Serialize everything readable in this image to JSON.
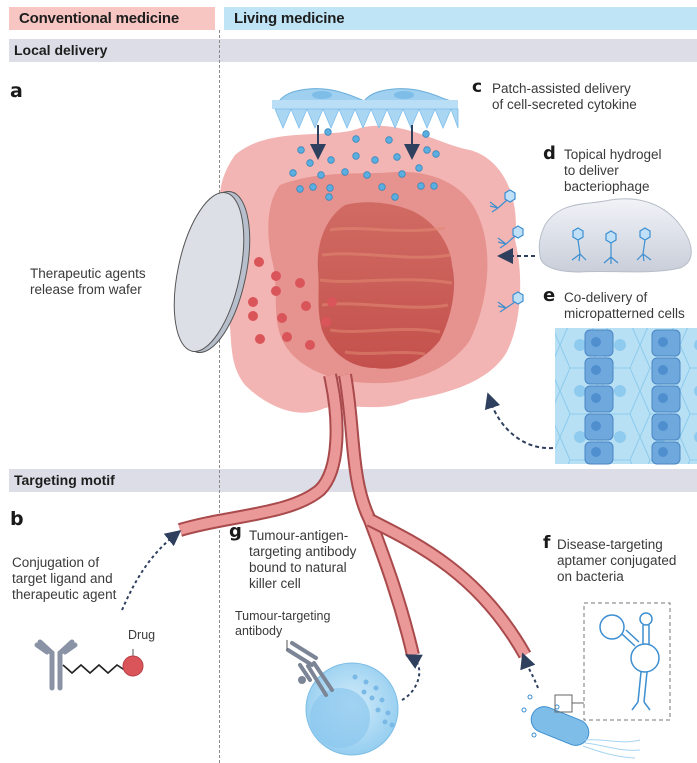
{
  "columns": {
    "conventional": "Conventional medicine",
    "living": "Living medicine"
  },
  "sections": {
    "local_delivery": "Local delivery",
    "targeting_motif": "Targeting motif"
  },
  "panels": {
    "a": {
      "letter": "a",
      "caption": "Therapeutic agents\nrelease from wafer"
    },
    "b": {
      "letter": "b",
      "caption": "Conjugation of\ntarget ligand and\ntherapeutic agent",
      "drug_label": "Drug"
    },
    "c": {
      "letter": "c",
      "caption": "Patch-assisted delivery\nof cell-secreted cytokine"
    },
    "d": {
      "letter": "d",
      "caption": "Topical hydrogel\nto deliver\nbacteriophage"
    },
    "e": {
      "letter": "e",
      "caption": "Co-delivery of\nmicropatterned cells"
    },
    "f": {
      "letter": "f",
      "caption": "Disease-targeting\naptamer conjugated\non bacteria"
    },
    "g": {
      "letter": "g",
      "caption": "Tumour-antigen-\ntargeting antibody\nbound to natural\nkiller cell",
      "antibody_label": "Tumour-targeting\nantibody"
    }
  },
  "colors": {
    "conventional_header": "#f7c6c3",
    "living_header": "#bfe4f6",
    "section_band": "#dcdde6",
    "tissue_light": "#f2b5b3",
    "tissue_mid": "#e8908e",
    "tumour": "#cc5a55",
    "drug_red": "#d9555a",
    "cytokine_blue": "#5aaee0",
    "arrow_navy": "#2f3f5e",
    "antibody_grey": "#8a93a6"
  }
}
